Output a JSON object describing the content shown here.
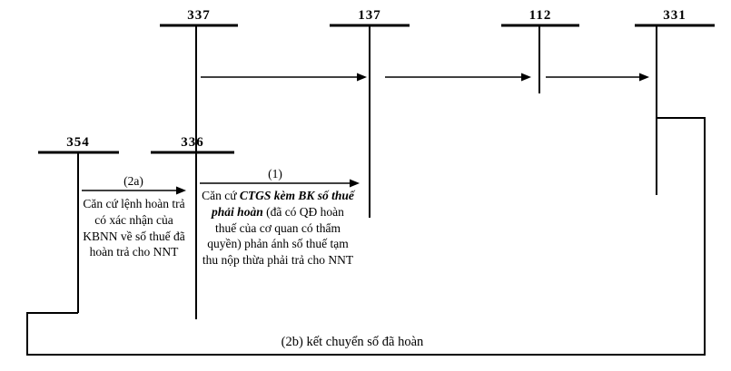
{
  "accounts": {
    "n337": "337",
    "n137": "137",
    "n112": "112",
    "n331": "331",
    "n354": "354",
    "n336": "336"
  },
  "flow_labels": {
    "step_2a": "(2a)",
    "step_1": "(1)",
    "step_2b": "(2b) kết chuyển số đã hoàn"
  },
  "notes": {
    "note_2a": "Căn cứ lệnh hoàn trả có xác nhận của KBNN về số thuế đã hoàn trả cho NNT",
    "note_1_prefix": "Căn cứ ",
    "note_1_emphasis": "CTGS kèm BK số thuế phải hoàn",
    "note_1_rest": " (đã có QĐ hoàn thuế của cơ quan có thẩm quyền) phản ánh số thuế tạm thu nộp thừa phải trả cho NNT"
  },
  "colors": {
    "line": "#000000",
    "background": "#ffffff"
  }
}
